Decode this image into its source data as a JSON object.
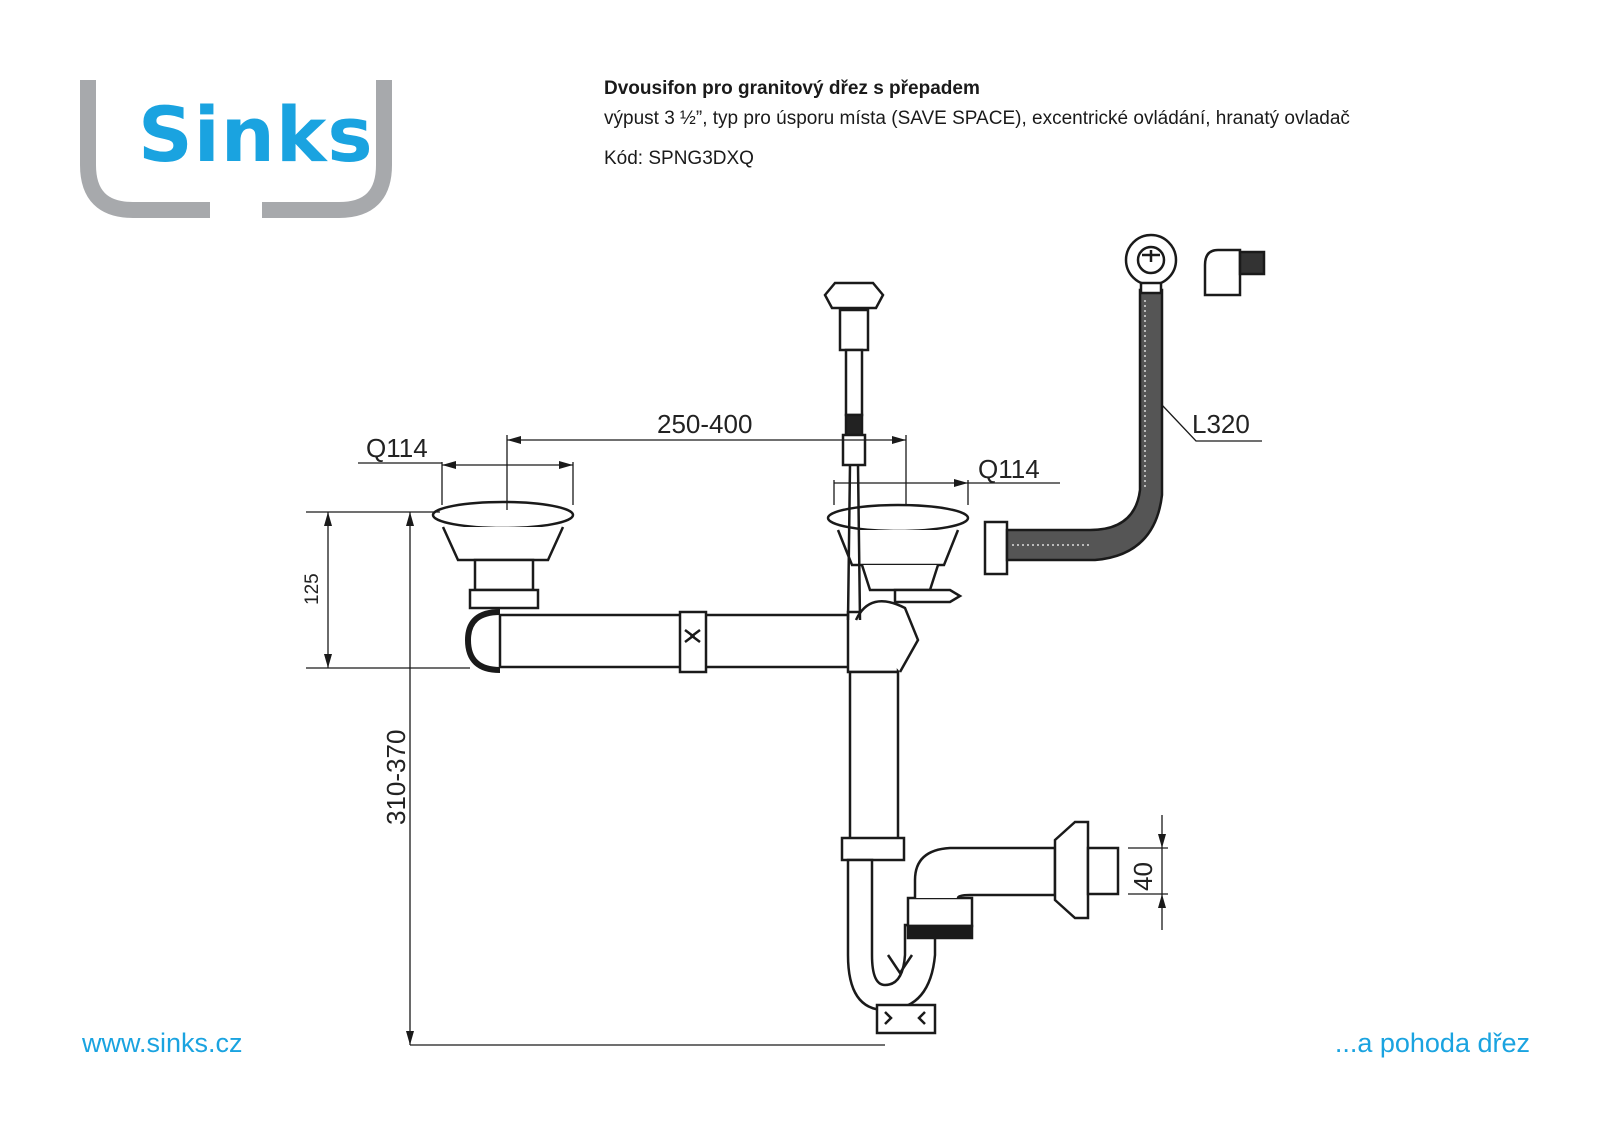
{
  "logo": {
    "text": "Sinks",
    "brand_color": "#1aa3e0",
    "frame_color": "#a7a9ac"
  },
  "header": {
    "title": "Dvousifon pro granitový dřez s přepadem",
    "subtitle": "výpust 3 ½”, typ pro úsporu místa (SAVE SPACE), excentrické ovládání, hranatý ovladač",
    "code": "Kód: SPNG3DXQ"
  },
  "diagram": {
    "dimensions": {
      "left_strainer": "Q114",
      "right_strainer": "Q114",
      "spacing": "250-400",
      "overflow_hose": "L320",
      "strainer_to_pipe": "125",
      "total_height": "310-370",
      "outlet": "40"
    }
  },
  "footer": {
    "website": "www.sinks.cz",
    "slogan": "...a pohoda dřez"
  }
}
